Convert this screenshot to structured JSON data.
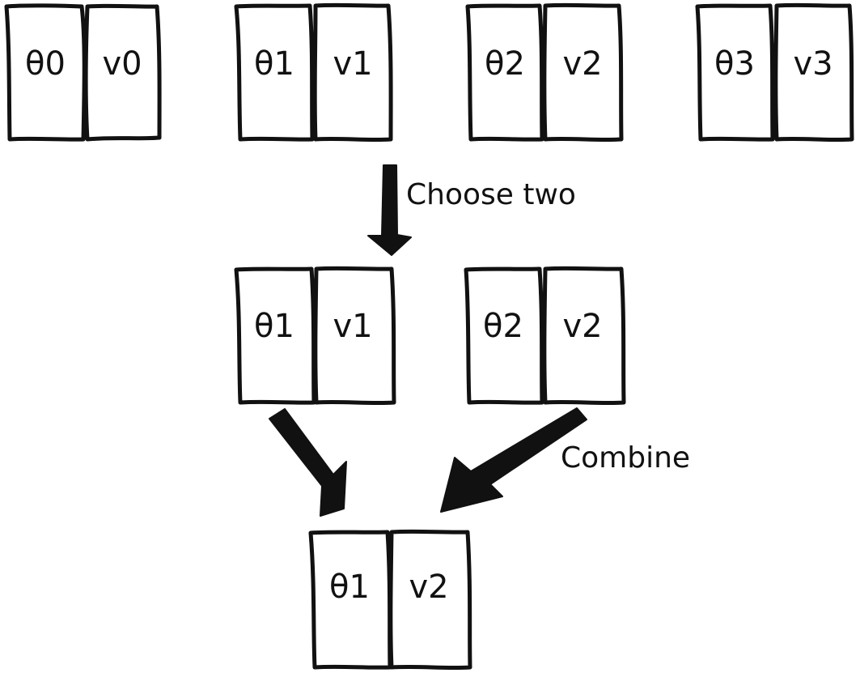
{
  "top_row": [
    {
      "theta": "θ0",
      "v": "v0"
    },
    {
      "theta": "θ1",
      "v": "v1"
    },
    {
      "theta": "θ2",
      "v": "v2"
    },
    {
      "theta": "θ3",
      "v": "v3"
    }
  ],
  "chosen": [
    {
      "theta": "θ1",
      "v": "v1"
    },
    {
      "theta": "θ2",
      "v": "v2"
    }
  ],
  "result": {
    "theta": "θ1",
    "v": "v2"
  },
  "labels": {
    "choose": "Choose two",
    "combine": "Combine"
  },
  "colors": {
    "ink": "#111111",
    "background": "#ffffff"
  }
}
